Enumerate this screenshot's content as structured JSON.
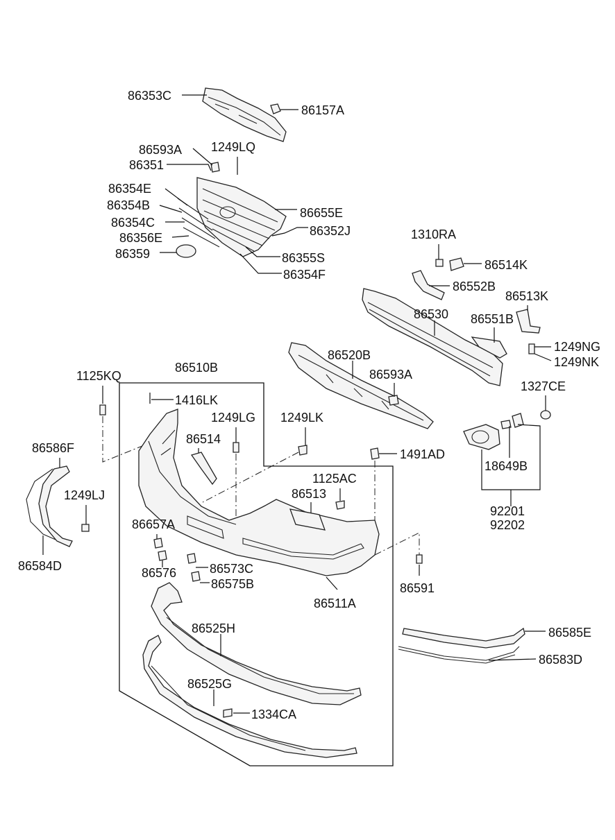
{
  "labels": {
    "p86353C": "86353C",
    "p86157A": "86157A",
    "p86593A_top": "86593A",
    "p1249LQ": "1249LQ",
    "p86351": "86351",
    "p86354E": "86354E",
    "p86354B": "86354B",
    "p86655E": "86655E",
    "p86354C": "86354C",
    "p86352J": "86352J",
    "p86356E": "86356E",
    "p86359": "86359",
    "p86355S": "86355S",
    "p86354F": "86354F",
    "p1310RA": "1310RA",
    "p86514K": "86514K",
    "p86552B": "86552B",
    "p86513K": "86513K",
    "p86530": "86530",
    "p86551B": "86551B",
    "p1249NG": "1249NG",
    "p1249NK": "1249NK",
    "p86510B": "86510B",
    "p1125KQ": "1125KQ",
    "p86520B": "86520B",
    "p86593A_mid": "86593A",
    "p1327CE": "1327CE",
    "p1416LK": "1416LK",
    "p1249LG": "1249LG",
    "p1249LK": "1249LK",
    "p86586F": "86586F",
    "p86514": "86514",
    "p1491AD": "1491AD",
    "p18649B": "18649B",
    "p1125AC": "1125AC",
    "p86513": "86513",
    "p1249LJ": "1249LJ",
    "p92201": "92201",
    "p92202": "92202",
    "p86657A": "86657A",
    "p86584D": "86584D",
    "p86573C": "86573C",
    "p86576": "86576",
    "p86575B": "86575B",
    "p86591": "86591",
    "p86511A": "86511A",
    "p86525H": "86525H",
    "p86585E": "86585E",
    "p86583D": "86583D",
    "p86525G": "86525G",
    "p1334CA": "1334CA"
  }
}
